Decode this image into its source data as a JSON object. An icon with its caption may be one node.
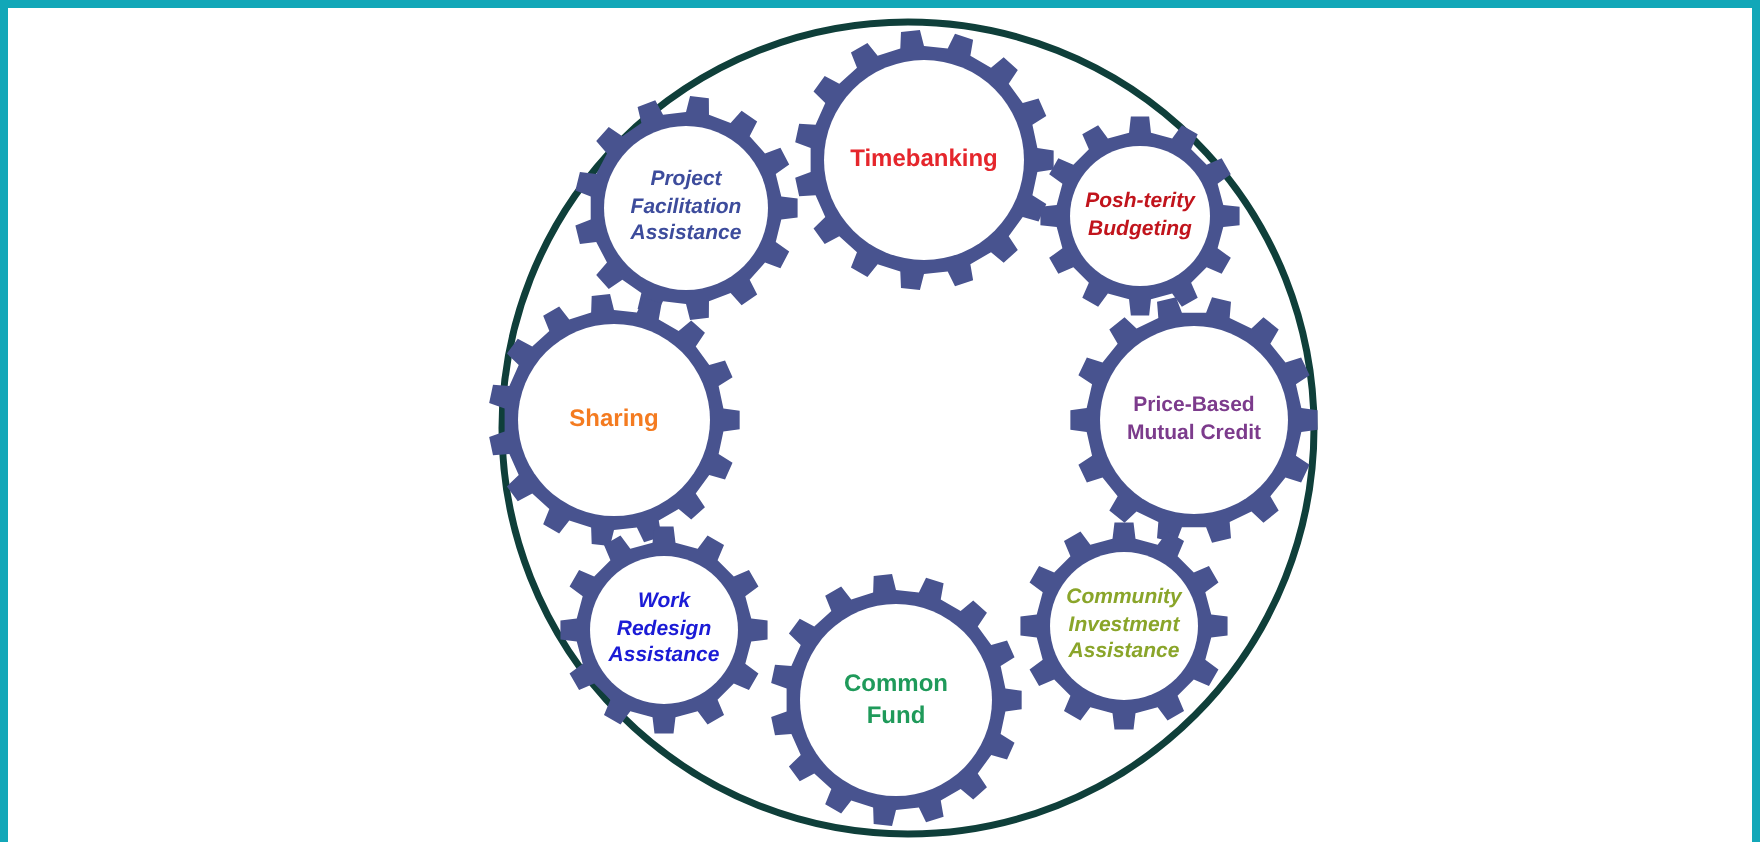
{
  "diagram": {
    "nodes": [
      {
        "text": [],
        "shape": "circle"
      },
      {
        "text": [
          "Project Facilitation Assistance"
        ],
        "in": 0
      },
      {
        "text": [
          "Timebanking"
        ],
        "in": 0
      },
      {
        "text": [
          "Posh-terity Budgeting"
        ],
        "in": 0
      },
      {
        "text": [
          "Sharing"
        ],
        "in": 0
      },
      {
        "text": [
          "Price-Based Mutual Credit"
        ],
        "in": 0
      },
      {
        "text": [
          "Work Redesign Assistance"
        ],
        "in": 0
      },
      {
        "text": [
          "Common Fund"
        ],
        "in": 0
      },
      {
        "text": [
          "Community Investment Assistance"
        ],
        "in": 0
      }
    ]
  }
}
